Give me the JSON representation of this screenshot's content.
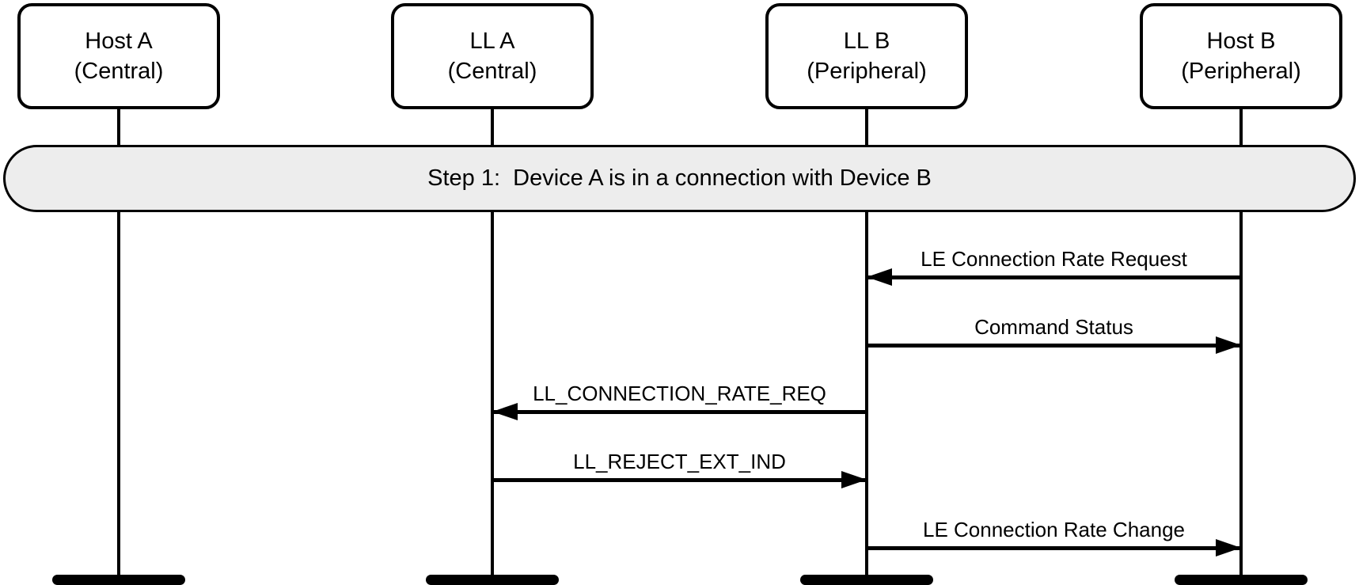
{
  "diagram": {
    "type": "message-sequence-chart",
    "banner": {
      "label": "Step 1:  Device A is in a connection with Device B"
    },
    "lifelines": [
      {
        "name": "Host A",
        "role": "(Central)"
      },
      {
        "name": "LL A",
        "role": "(Central)"
      },
      {
        "name": "LL B",
        "role": "(Peripheral)"
      },
      {
        "name": "Host B",
        "role": "(Peripheral)"
      }
    ],
    "messages": [
      {
        "label": "LE Connection Rate Request",
        "from": "Host B",
        "to": "LL B",
        "direction": "left"
      },
      {
        "label": "Command Status",
        "from": "LL B",
        "to": "Host B",
        "direction": "right"
      },
      {
        "label": "LL_CONNECTION_RATE_REQ",
        "from": "LL B",
        "to": "LL A",
        "direction": "left"
      },
      {
        "label": "LL_REJECT_EXT_IND",
        "from": "LL A",
        "to": "LL B",
        "direction": "right"
      },
      {
        "label": "LE Connection Rate Change",
        "from": "LL B",
        "to": "Host B",
        "direction": "right"
      }
    ],
    "colors": {
      "stroke": "#000000",
      "banner_fill": "#ededed",
      "background": "#ffffff"
    }
  }
}
